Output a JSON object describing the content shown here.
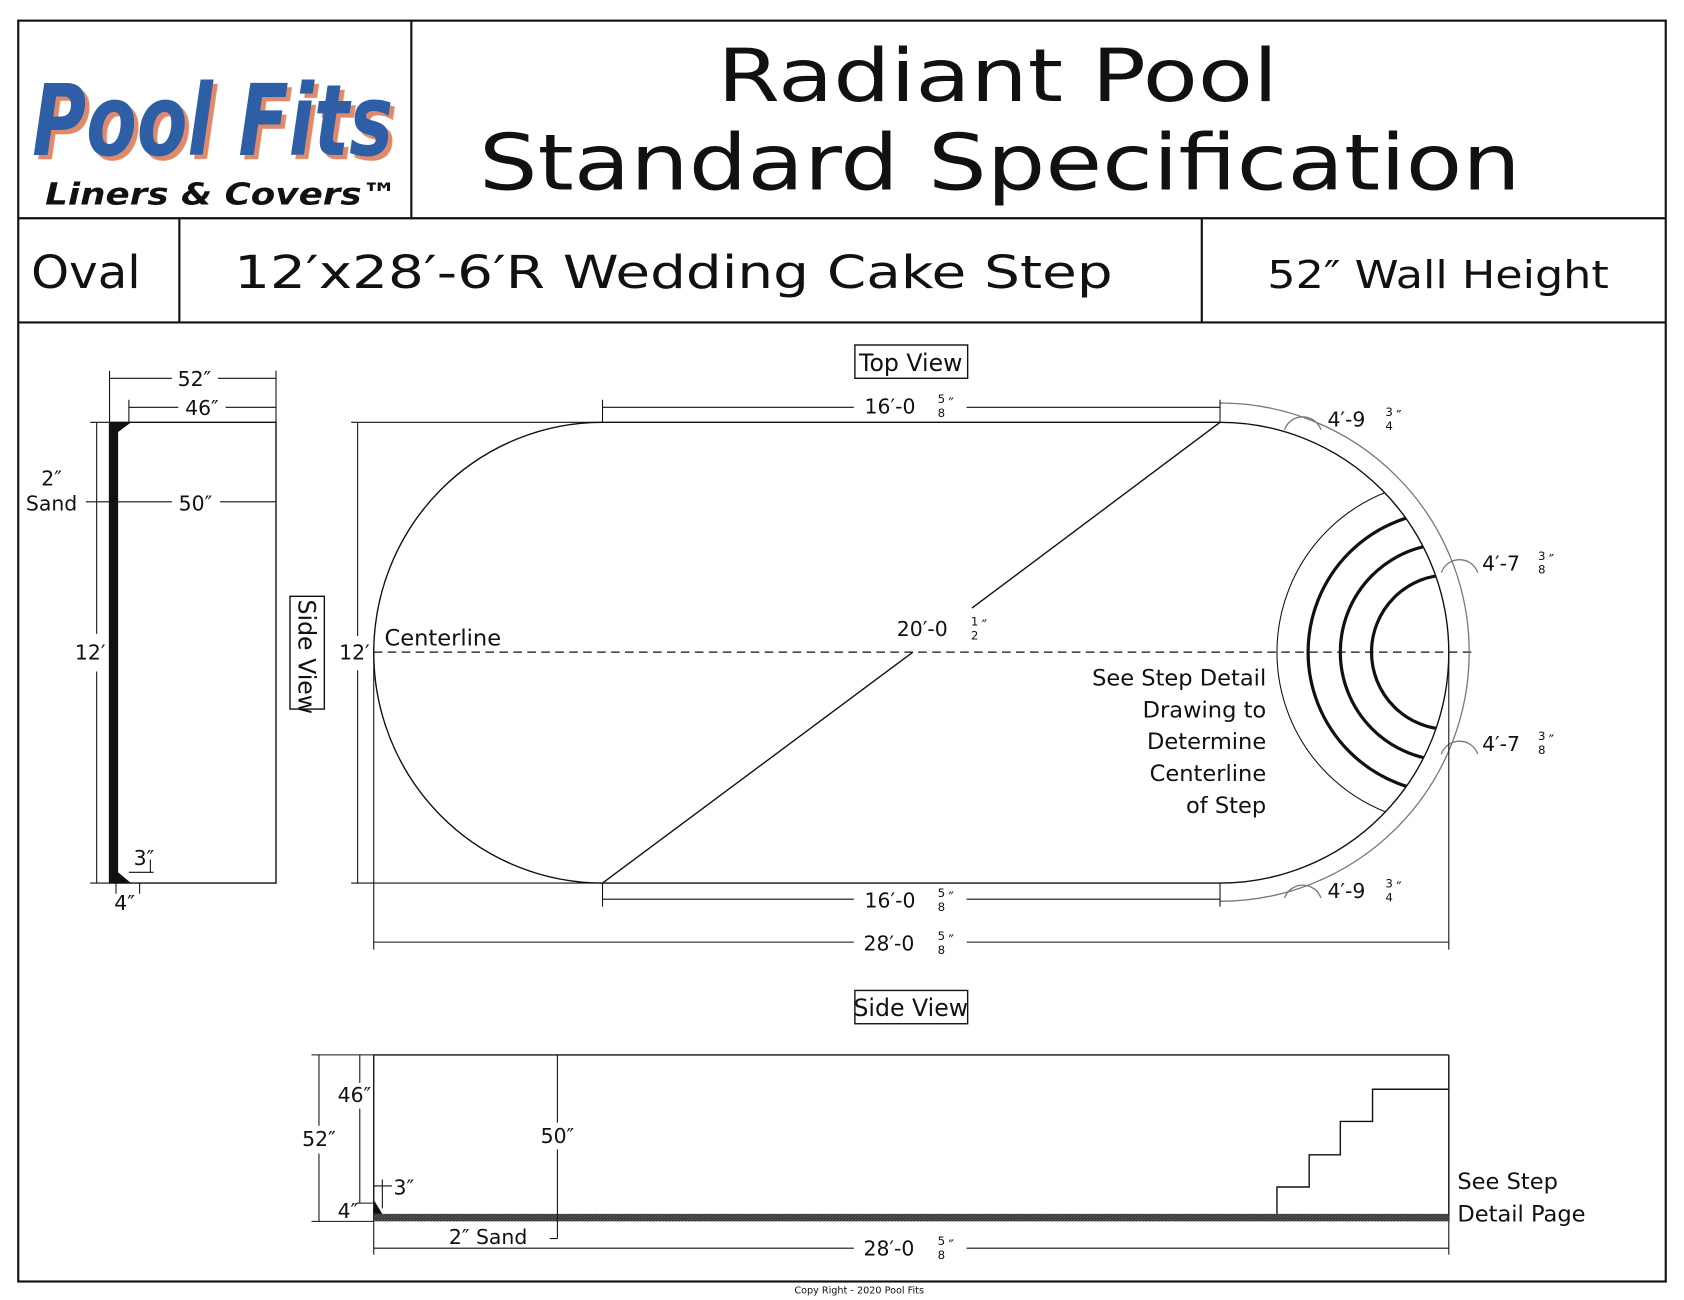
{
  "logo": {
    "brand": "Pool Fits",
    "tagline": "Liners & Covers™",
    "blue": "#2e5fa6",
    "shadow": "#e08a6a"
  },
  "header": {
    "title_line1": "Radiant Pool",
    "title_line2": "Standard Specification"
  },
  "info_row": {
    "shape": "Oval",
    "size": "12′x28′-6′R Wedding Cake Step",
    "wall_height": "52″ Wall Height"
  },
  "end_section": {
    "width_52": "52″",
    "width_46": "46″",
    "width_50": "50″",
    "sand_amount": "2″",
    "sand_label": "Sand",
    "height_12": "12′",
    "cove_3": "3″",
    "cove_4": "4″",
    "view_label": "Side View"
  },
  "top_view": {
    "view_label": "Top View",
    "width_label": "12′",
    "centerline_label": "Centerline",
    "straight_top": {
      "whole": "16′-0",
      "num": "5",
      "den": "8"
    },
    "straight_bottom": {
      "whole": "16′-0",
      "num": "5",
      "den": "8"
    },
    "diagonal": {
      "whole": "20′-0",
      "num": "1",
      "den": "2"
    },
    "overall_length": {
      "whole": "28′-0",
      "num": "5",
      "den": "8"
    },
    "arc_top": {
      "whole": "4′-9",
      "num": "3",
      "den": "4"
    },
    "arc_upper_mid": {
      "whole": "4′-7",
      "num": "3",
      "den": "8"
    },
    "arc_lower_mid": {
      "whole": "4′-7",
      "num": "3",
      "den": "8"
    },
    "arc_bottom": {
      "whole": "4′-9",
      "num": "3",
      "den": "4"
    },
    "step_note": [
      "See Step Detail",
      "Drawing to",
      "Determine",
      "Centerline",
      "of Step"
    ]
  },
  "side_view": {
    "view_label": "Side View",
    "height_52": "52″",
    "height_46": "46″",
    "depth_50": "50″",
    "cove_3": "3″",
    "cove_4": "4″",
    "sand": "2″ Sand",
    "overall_length": {
      "whole": "28′-0",
      "num": "5",
      "den": "8"
    },
    "step_note": [
      "See Step",
      "Detail Page"
    ]
  },
  "footer": {
    "copyright": "Copy Right - 2020 Pool Fits"
  }
}
